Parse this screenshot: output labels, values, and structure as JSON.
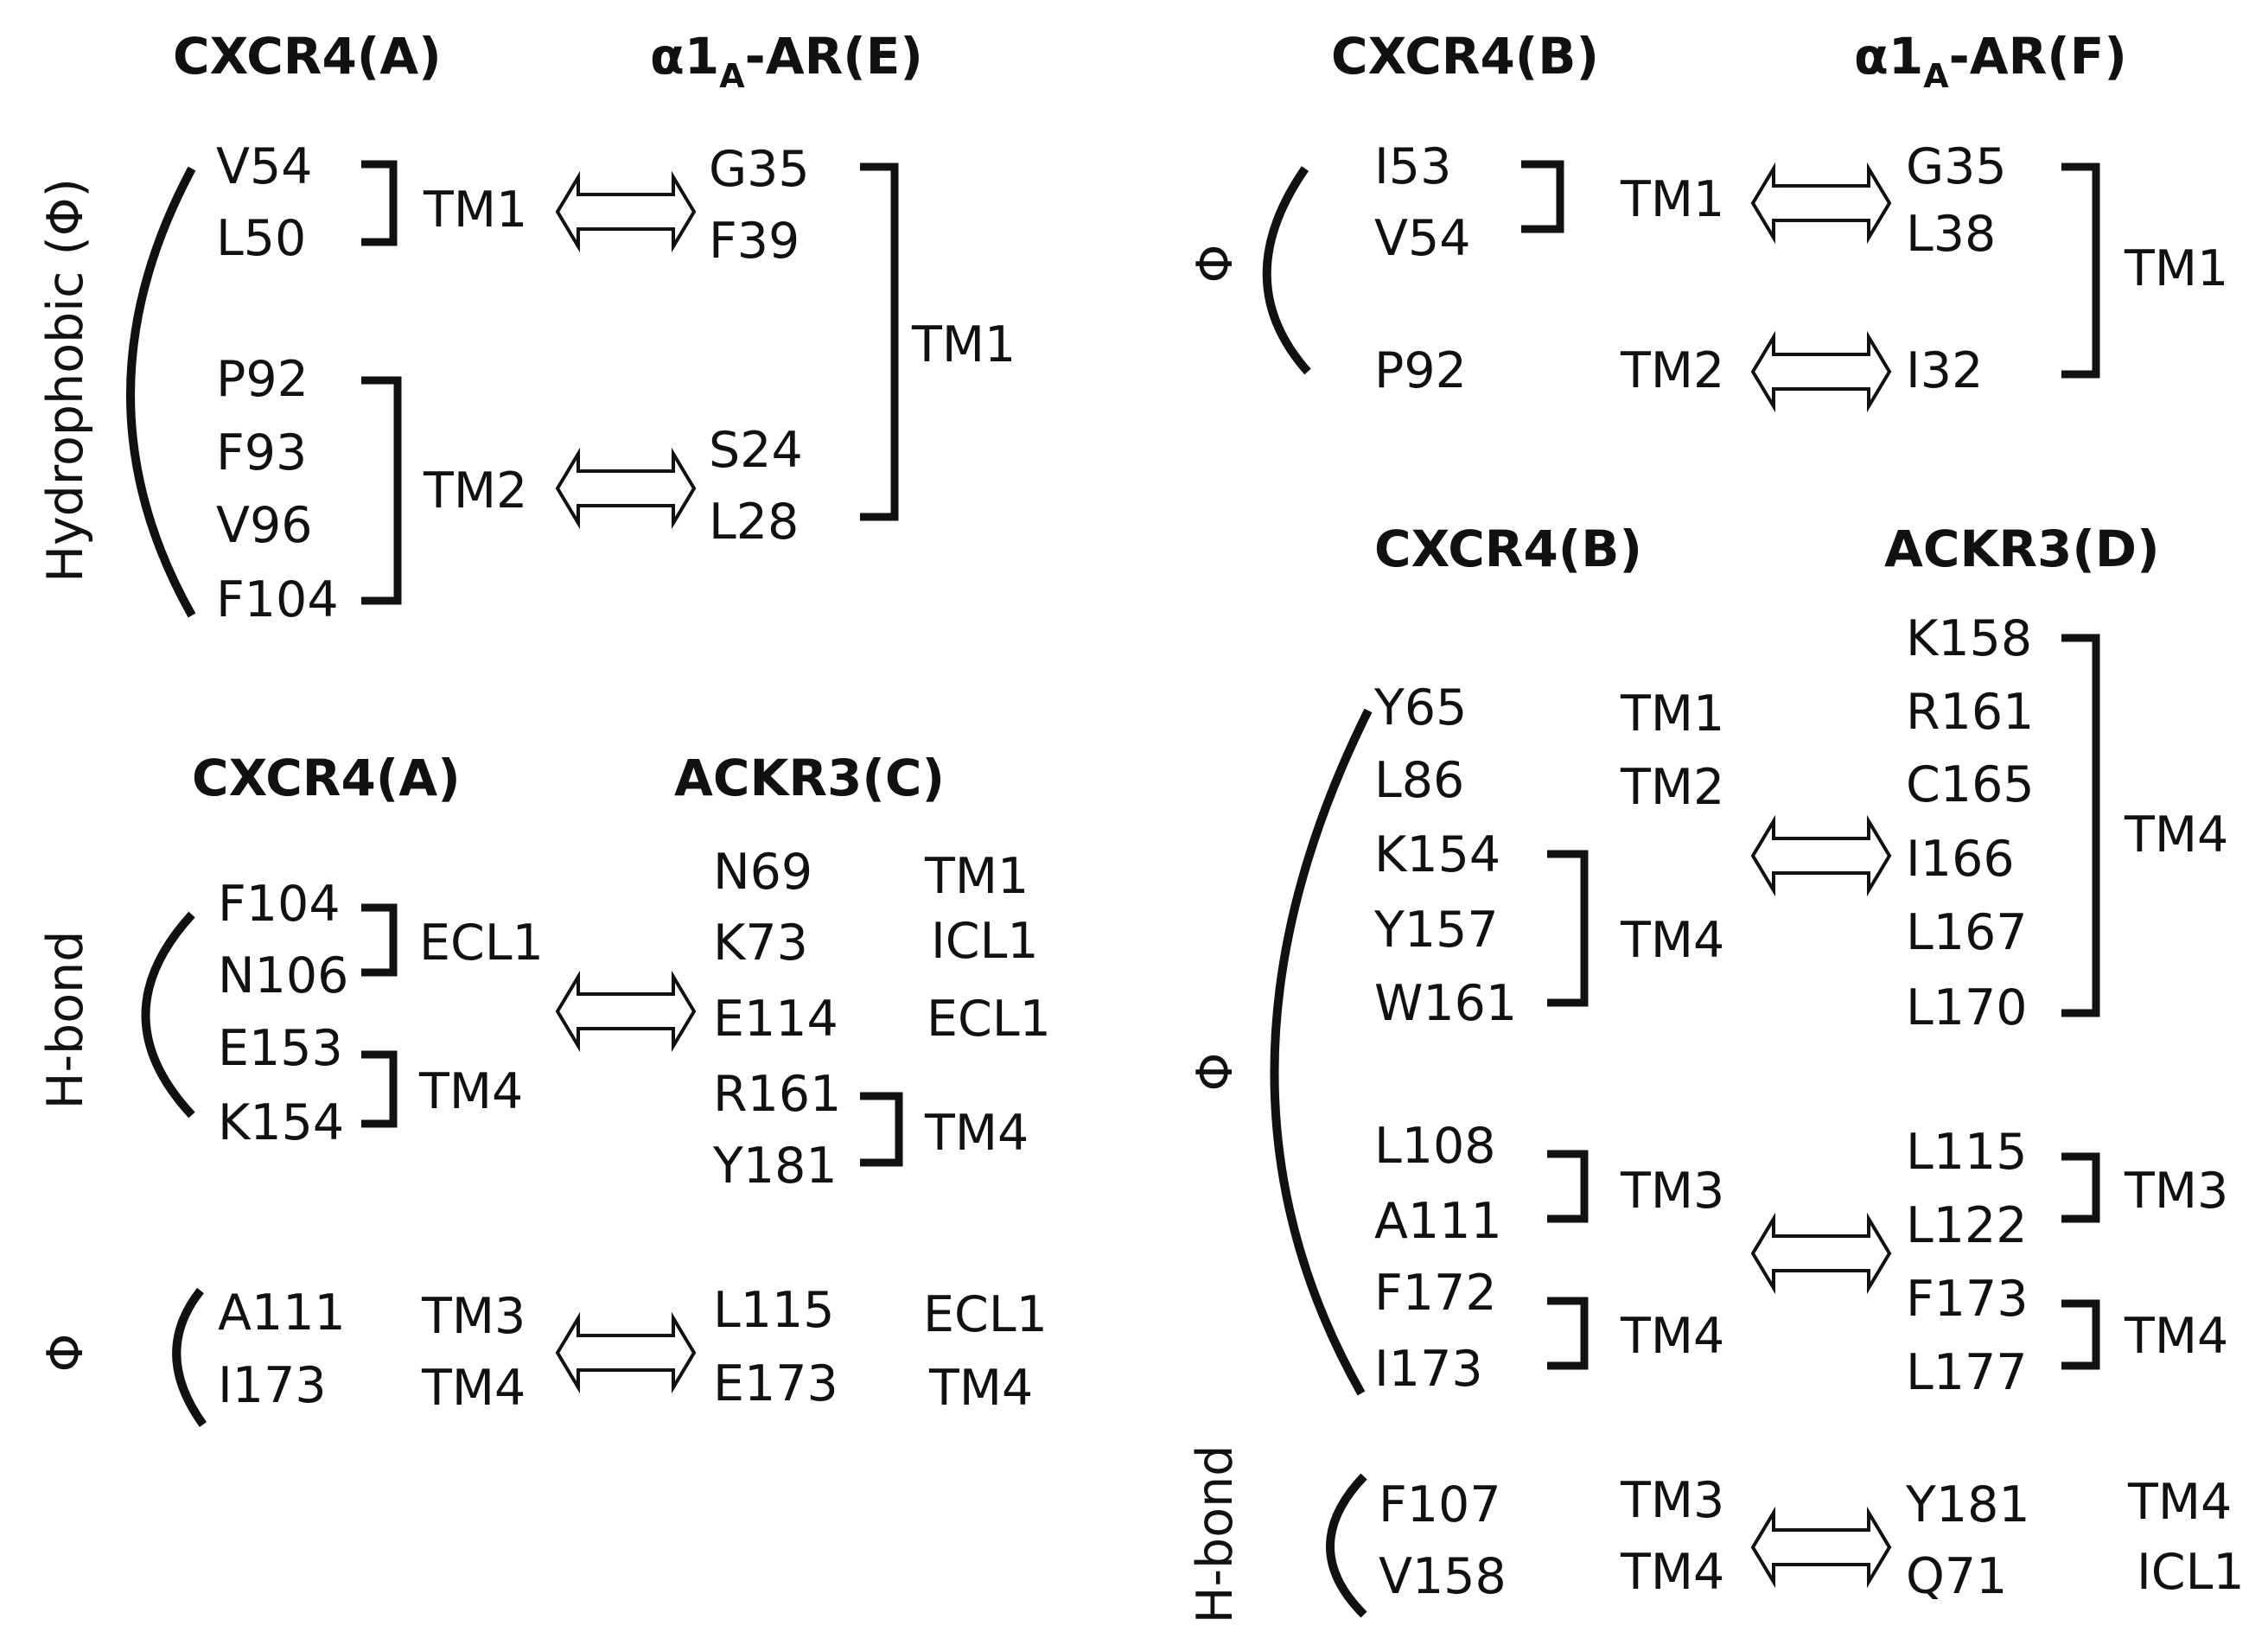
{
  "panel_tl": {
    "header_left": "CXCR4(A)",
    "header_right_pre": "α1",
    "header_right_sub": "A",
    "header_right_post": "-AR(E)",
    "category": "Hydrophobic (Φ)",
    "group1": {
      "residues": [
        "V54",
        "L50"
      ],
      "tm": "TM1"
    },
    "group2": {
      "residues": [
        "P92",
        "F93",
        "V96",
        "F104"
      ],
      "tm": "TM2"
    },
    "right_group1": [
      "G35",
      "F39"
    ],
    "right_group2": [
      "S24",
      "L28"
    ],
    "right_tm": "TM1"
  },
  "panel_tr": {
    "header_left": "CXCR4(B)",
    "header_right_pre": "α1",
    "header_right_sub": "A",
    "header_right_post": "-AR(F)",
    "category": "Φ",
    "left_group1": [
      "I53",
      "V54"
    ],
    "left_tm1": "TM1",
    "left_single": "P92",
    "left_tm2": "TM2",
    "right_residues": [
      "G35",
      "L38",
      "I32"
    ],
    "right_tm": "TM1"
  },
  "panel_bl": {
    "header_left": "CXCR4(A)",
    "header_right": "ACKR3(C)",
    "hbond_label": "H-bond",
    "ecl_group": {
      "residues": [
        "F104",
        "N106"
      ],
      "tm": "ECL1"
    },
    "tm4_group": {
      "residues": [
        "E153",
        "K154"
      ],
      "tm": "TM4"
    },
    "right_rows": [
      {
        "res": "N69",
        "tm": "TM1"
      },
      {
        "res": "K73",
        "tm": "ICL1"
      },
      {
        "res": "E114",
        "tm": "ECL1"
      }
    ],
    "right_tm4_group": {
      "residues": [
        "R161",
        "Y181"
      ],
      "tm": "TM4"
    },
    "phi_label": "Φ",
    "phi_left": [
      {
        "res": "A111",
        "tm": "TM3"
      },
      {
        "res": "I173",
        "tm": "TM4"
      }
    ],
    "phi_right": [
      {
        "res": "L115",
        "tm": "ECL1"
      },
      {
        "res": "E173",
        "tm": "TM4"
      }
    ]
  },
  "panel_br": {
    "header_left": "CXCR4(B)",
    "header_right": "ACKR3(D)",
    "phi_label": "Φ",
    "top_singles": [
      {
        "res": "Y65",
        "tm": "TM1"
      },
      {
        "res": "L86",
        "tm": "TM2"
      }
    ],
    "tm4_group": {
      "residues": [
        "K154",
        "Y157",
        "W161"
      ],
      "tm": "TM4"
    },
    "right_tm4_group": {
      "residues": [
        "K158",
        "R161",
        "C165",
        "I166",
        "L167",
        "L170"
      ],
      "tm": "TM4"
    },
    "tm3_group": {
      "residues": [
        "L108",
        "A111"
      ],
      "tm": "TM3"
    },
    "tm4_group2": {
      "residues": [
        "F172",
        "I173"
      ],
      "tm": "TM4"
    },
    "right_tm3_group": {
      "residues": [
        "L115",
        "L122"
      ],
      "tm": "TM3"
    },
    "right_tm4_group2": {
      "residues": [
        "F173",
        "L177"
      ],
      "tm": "TM4"
    },
    "hbond_label": "H-bond",
    "hbond_left": [
      {
        "res": "F107",
        "tm": "TM3"
      },
      {
        "res": "V158",
        "tm": "TM4"
      }
    ],
    "hbond_right": [
      {
        "res": "Y181",
        "tm": "TM4"
      },
      {
        "res": "Q71",
        "tm": "ICL1"
      }
    ]
  }
}
